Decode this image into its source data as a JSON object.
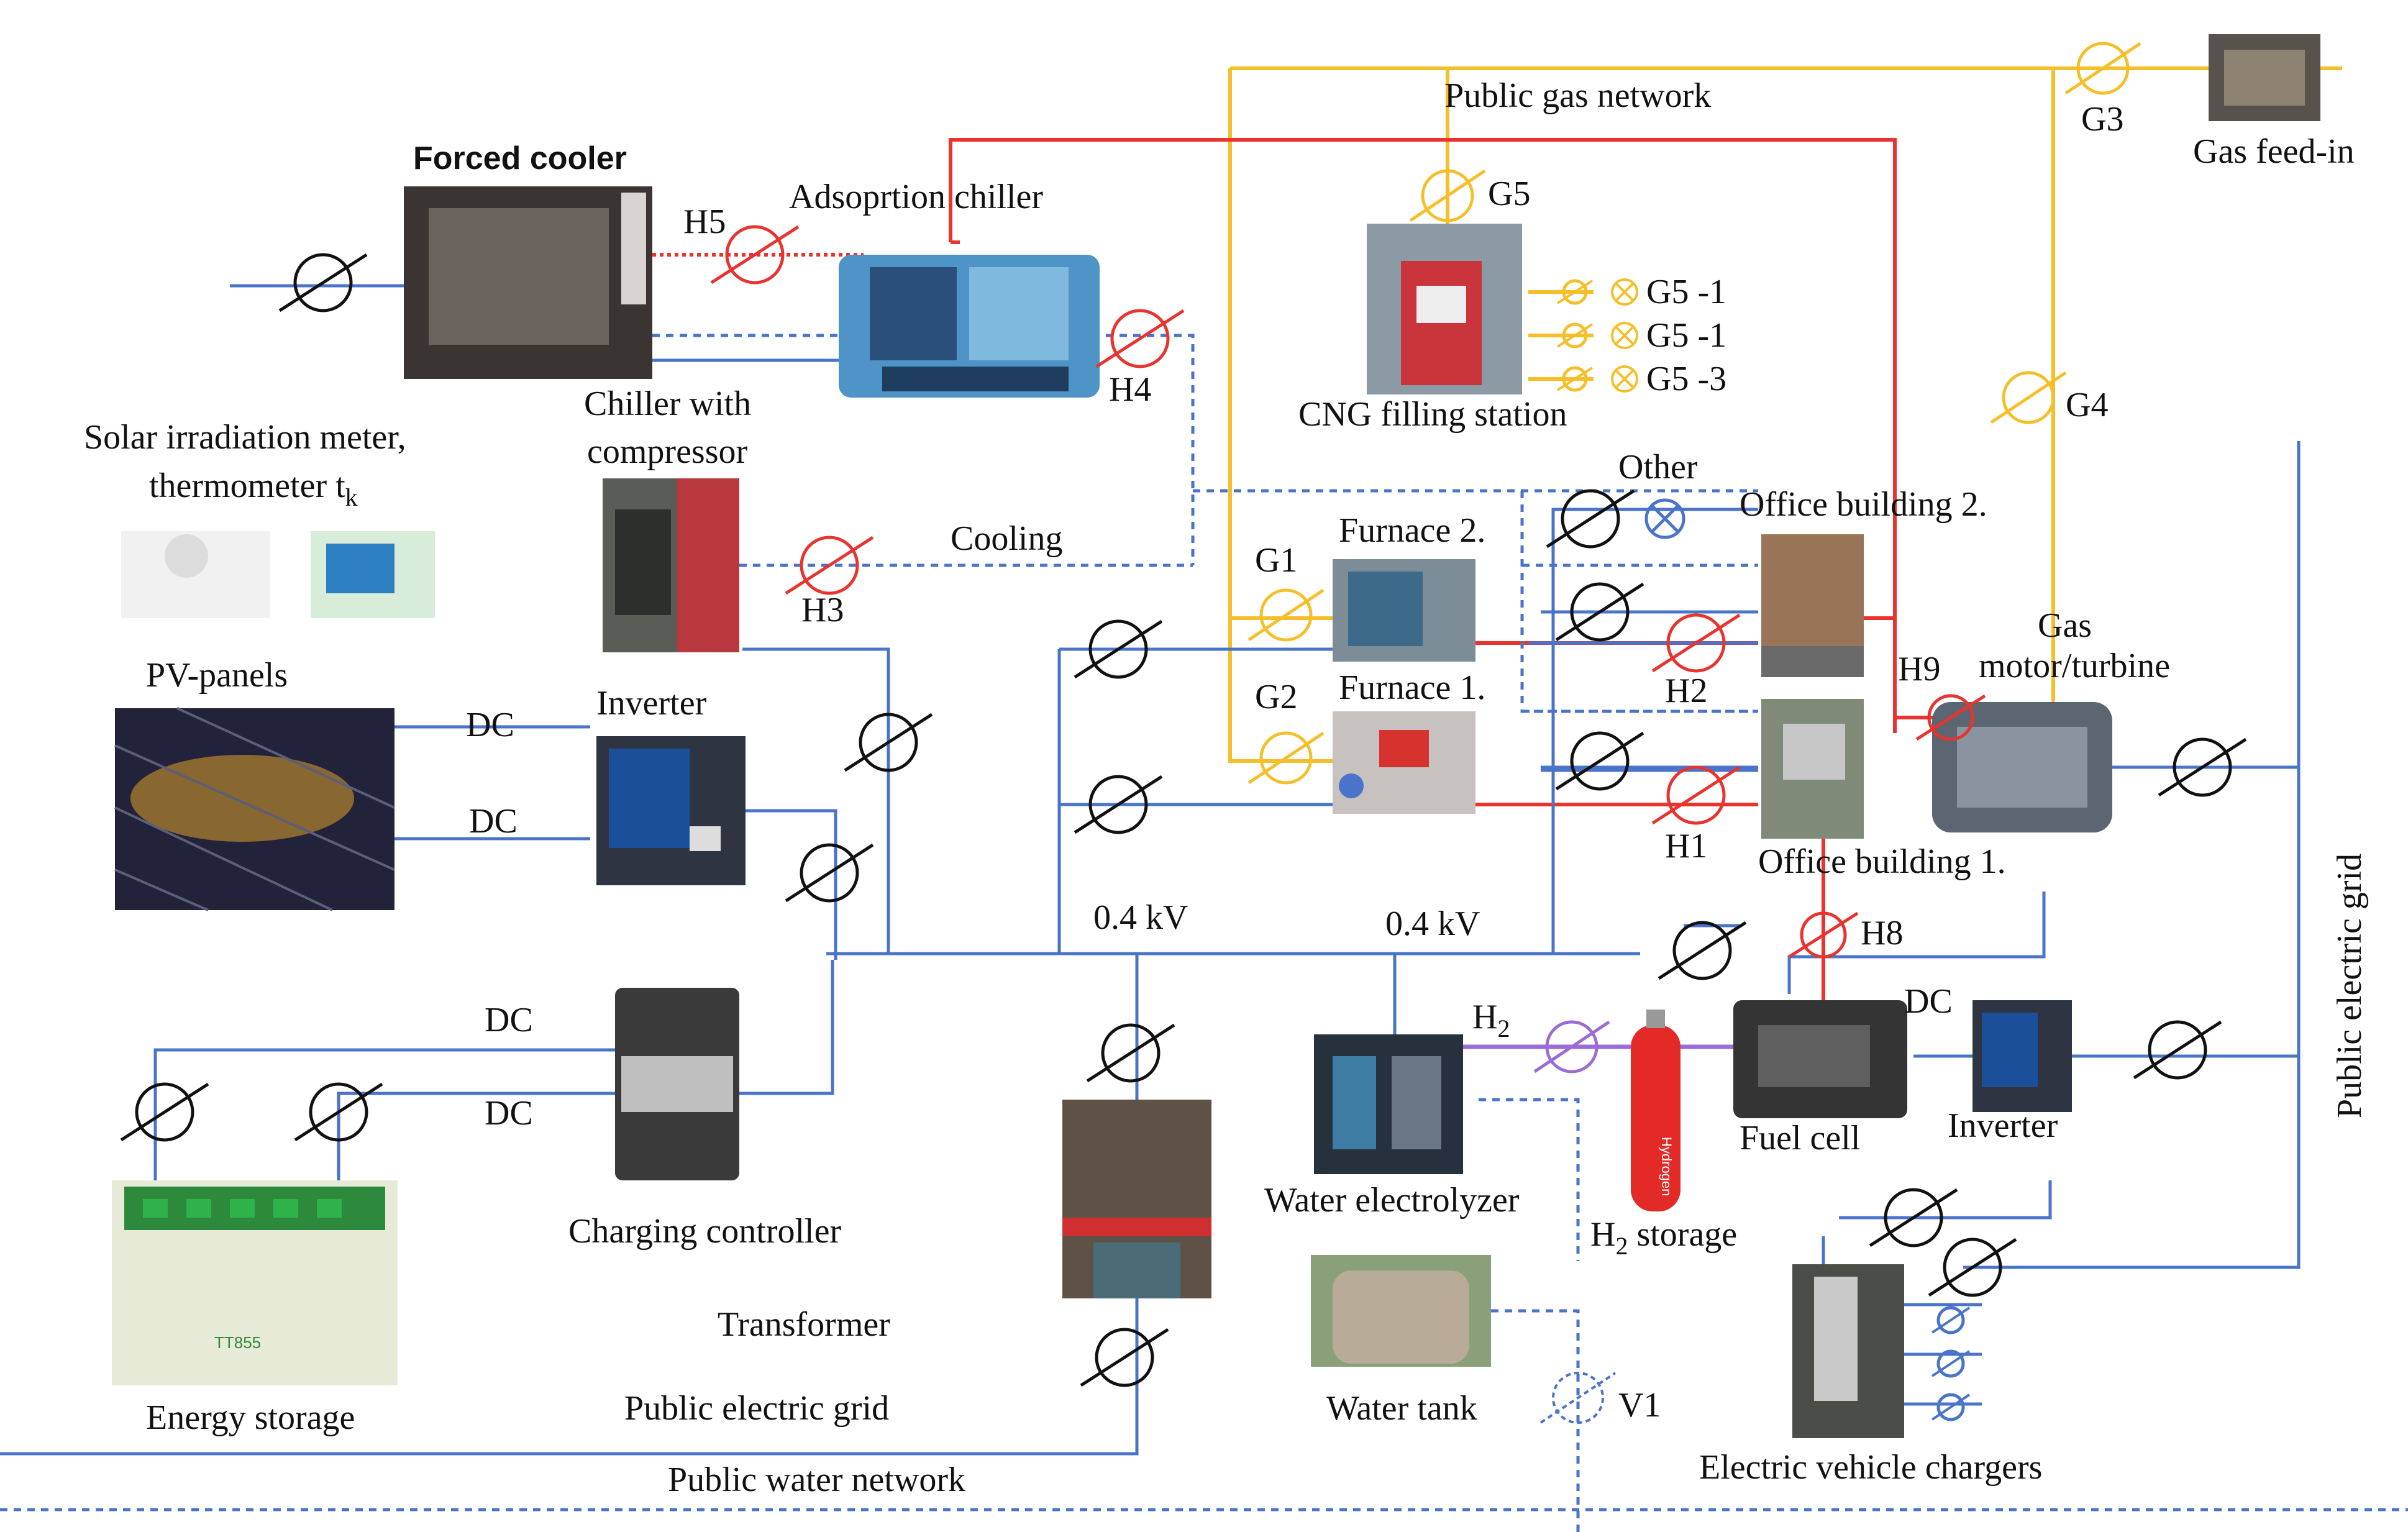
{
  "labels": {
    "forced_cooler": "Forced cooler",
    "adsorption_chiller": "Adsoprtion chiller",
    "public_gas_network": "Public gas network",
    "gas_feed_in": "Gas feed-in",
    "solar_meter_1": "Solar irradiation meter,",
    "solar_meter_2": "thermometer t",
    "solar_meter_sub": "k",
    "chiller_compressor_1": "Chiller with",
    "chiller_compressor_2": "compressor",
    "cng_station": "CNG filling station",
    "cooling": "Cooling",
    "furnace2": "Furnace 2.",
    "furnace1": "Furnace 1.",
    "other": "Other",
    "office2": "Office building 2.",
    "office1": "Office building 1.",
    "gas_motor_1": "Gas",
    "gas_motor_2": "motor/turbine",
    "pv_panels": "PV-panels",
    "inverter_top": "Inverter",
    "inverter_bottom": "Inverter",
    "dc1": "DC",
    "dc2": "DC",
    "dc3": "DC",
    "dc4": "DC",
    "dc5": "DC",
    "kv1": "0.4 kV",
    "kv2": "0.4 kV",
    "h2_line": "H",
    "h2_line_sub": "2",
    "fuel_cell": "Fuel cell",
    "water_electrolyzer": "Water electrolyzer",
    "h2_storage": "H",
    "h2_storage_sub": "2",
    "h2_storage_rest": " storage",
    "charging_controller": "Charging controller",
    "transformer": "Transformer",
    "public_electric_grid_bottom": "Public electric grid",
    "public_electric_grid_right": "Public electric grid",
    "public_water_network": "Public water network",
    "energy_storage": "Energy storage",
    "water_tank": "Water tank",
    "ev_chargers": "Electric vehicle chargers",
    "hydrogen_bottle_text": "Hydrogen",
    "battery_text": "TT855"
  },
  "meters": {
    "H1": "H1",
    "H2": "H2",
    "H3": "H3",
    "H4": "H4",
    "H5": "H5",
    "H8": "H8",
    "H9": "H9",
    "G1": "G1",
    "G2": "G2",
    "G3": "G3",
    "G4": "G4",
    "G5": "G5",
    "G5_1a": "G5 -1",
    "G5_1b": "G5 -1",
    "G5_3": "G5 -3",
    "V1": "V1"
  },
  "colors": {
    "electric": "#4a74c9",
    "heat": "#e8332e",
    "gas": "#f5bf2a",
    "hydrogen": "#9b6bd6",
    "water": "#4a74c9"
  }
}
